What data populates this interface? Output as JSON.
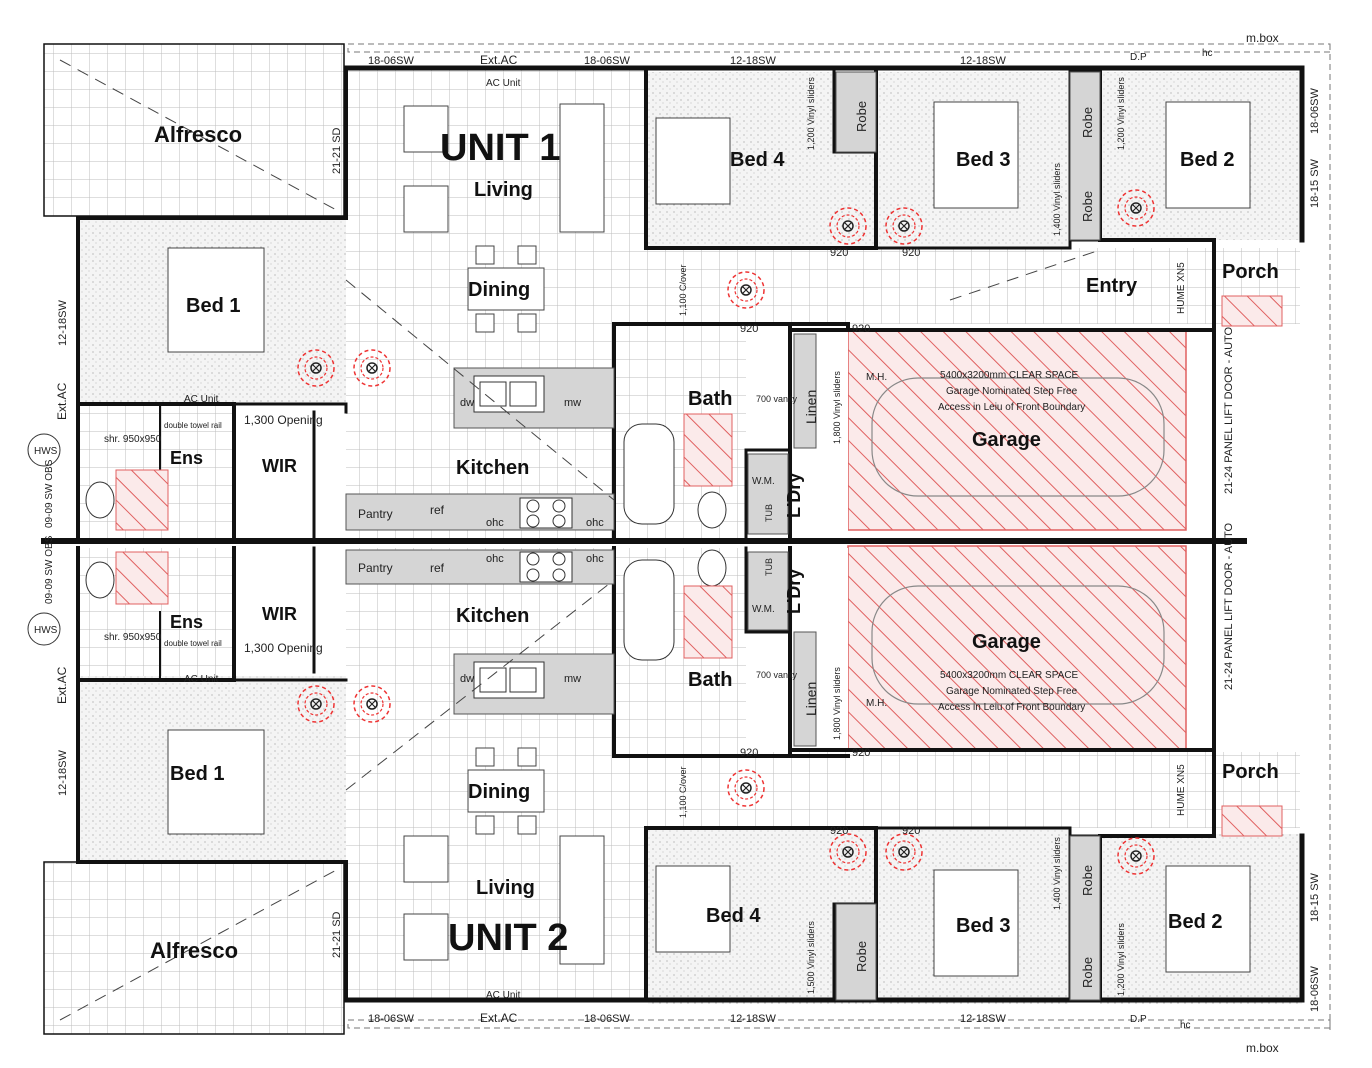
{
  "units": [
    {
      "title": "UNIT 1",
      "living": "Living",
      "dining": "Dining",
      "kitchen": "Kitchen",
      "alfresco": "Alfresco",
      "bed1": "Bed 1",
      "bed2": "Bed 2",
      "bed3": "Bed 3",
      "bed4": "Bed 4",
      "ens": "Ens",
      "wir": "WIR",
      "bath": "Bath",
      "laundry": "L'Dry",
      "linen": "Linen",
      "garage": "Garage",
      "entry": "Entry",
      "porch": "Porch",
      "robe": "Robe",
      "pantry": "Pantry",
      "ref": "ref",
      "ohc": "ohc",
      "dw": "dw",
      "mw": "mw",
      "shower": "shr. 950x950",
      "towel": "double towel rail",
      "opening": "1,300 Opening",
      "ac": "AC Unit",
      "ext_ac": "Ext.AC",
      "hws": "HWS",
      "wm": "W.M.",
      "tub": "TUB",
      "mh": "M.H.",
      "vanity": "700 vanity",
      "clover": "1,100 C/over",
      "garage_note": [
        "5400x3200mm CLEAR SPACE",
        "Garage Nominated Step Free",
        "Access in Leiu of Front Boundary"
      ],
      "panel_lift": "21-24 PANEL LIFT DOOR - AUTO",
      "hume": "HUME XN5",
      "mbox": "m.box",
      "hc": "hc",
      "dp": "D.P",
      "sliders_bed4": "1,200 Vinyl sliders",
      "sliders_bed3": "1,400 Vinyl sliders",
      "sliders_bed2": "1,200 Vinyl sliders",
      "sliders_linen": "1,800 Vinyl sliders"
    },
    {
      "title": "UNIT 2",
      "living": "Living",
      "dining": "Dining",
      "kitchen": "Kitchen",
      "alfresco": "Alfresco",
      "bed1": "Bed 1",
      "bed2": "Bed 2",
      "bed3": "Bed 3",
      "bed4": "Bed 4",
      "ens": "Ens",
      "wir": "WIR",
      "bath": "Bath",
      "laundry": "L'Dry",
      "linen": "Linen",
      "garage": "Garage",
      "porch": "Porch",
      "robe": "Robe",
      "pantry": "Pantry",
      "ref": "ref",
      "ohc": "ohc",
      "dw": "dw",
      "mw": "mw",
      "shower": "shr. 950x950",
      "towel": "double towel rail",
      "opening": "1,300 Opening",
      "ac": "AC Unit",
      "ext_ac": "Ext.AC",
      "hws": "HWS",
      "wm": "W.M.",
      "tub": "TUB",
      "mh": "M.H.",
      "vanity": "700 vanity",
      "clover": "1,100 C/over",
      "garage_note": [
        "5400x3200mm CLEAR SPACE",
        "Garage Nominated Step Free",
        "Access in Leiu of Front Boundary"
      ],
      "panel_lift": "21-24 PANEL LIFT DOOR - AUTO",
      "hume": "HUME XN5",
      "mbox": "m.box",
      "hc": "hc",
      "dp": "D.P",
      "sliders_bed4": "1,500 Vinyl sliders",
      "sliders_bed3": "1,400 Vinyl sliders",
      "sliders_bed2": "1,200 Vinyl sliders",
      "sliders_linen": "1,800 Vinyl sliders"
    }
  ],
  "windows": {
    "w1806": "18-06SW",
    "w1218": "12-18SW",
    "w2121": "21-21 SD",
    "w1815": "18-15 SW",
    "w0909": "09-09 SW OBS"
  },
  "doors": {
    "d920": "920"
  },
  "colors": {
    "wall": "#111111",
    "grid": "#b9b9b9",
    "hatch": "#e05555",
    "fill": "#d8d8d8",
    "dash": "#555555"
  }
}
